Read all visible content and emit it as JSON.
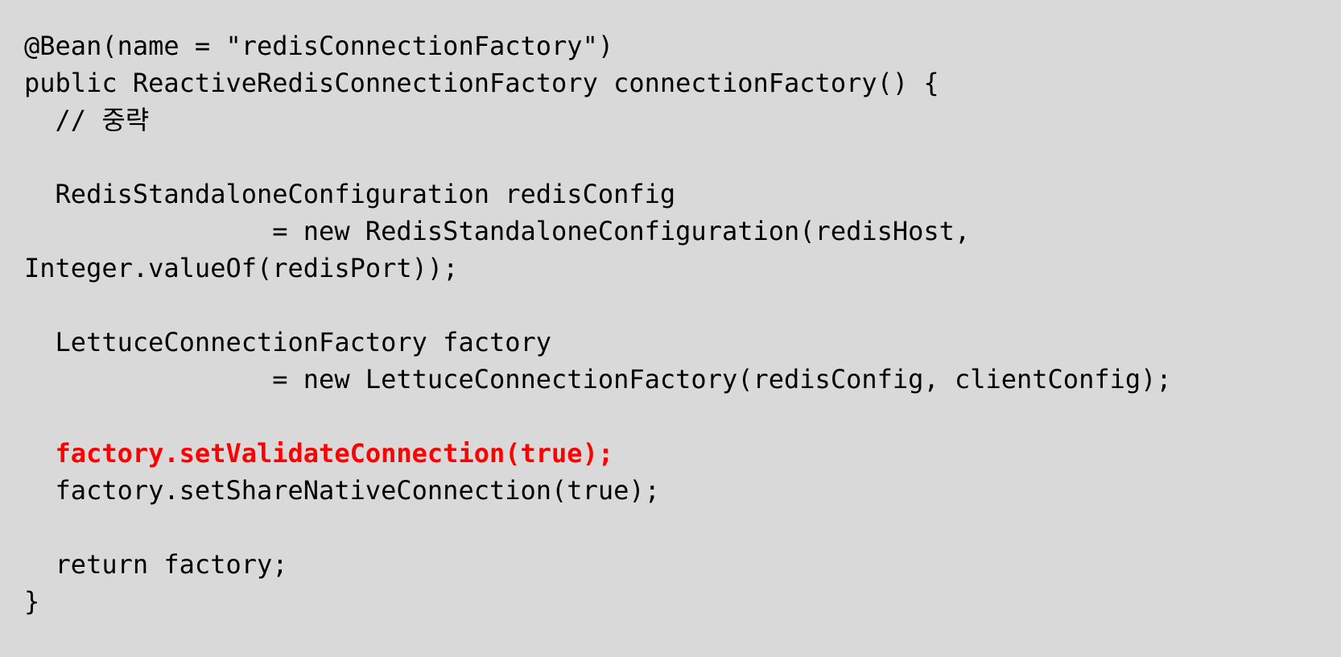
{
  "code": {
    "lines": [
      {
        "text": "@Bean(name = \"redisConnectionFactory\")",
        "highlight": false
      },
      {
        "text": "public ReactiveRedisConnectionFactory connectionFactory() {",
        "highlight": false
      },
      {
        "text": "  // 중략",
        "highlight": false
      },
      {
        "text": "",
        "highlight": false
      },
      {
        "text": "  RedisStandaloneConfiguration redisConfig",
        "highlight": false
      },
      {
        "text": "                = new RedisStandaloneConfiguration(redisHost,",
        "highlight": false
      },
      {
        "text": "Integer.valueOf(redisPort));",
        "highlight": false
      },
      {
        "text": "",
        "highlight": false
      },
      {
        "text": "  LettuceConnectionFactory factory",
        "highlight": false
      },
      {
        "text": "                = new LettuceConnectionFactory(redisConfig, clientConfig);",
        "highlight": false
      },
      {
        "text": "",
        "highlight": false
      },
      {
        "text": "  factory.setValidateConnection(true);",
        "highlight": true
      },
      {
        "text": "  factory.setShareNativeConnection(true);",
        "highlight": false
      },
      {
        "text": "",
        "highlight": false
      },
      {
        "text": "  return factory;",
        "highlight": false
      },
      {
        "text": "}",
        "highlight": false
      }
    ],
    "highlight_color": "#ff0000",
    "text_color": "#000000",
    "background_color": "#d9d9d9"
  }
}
